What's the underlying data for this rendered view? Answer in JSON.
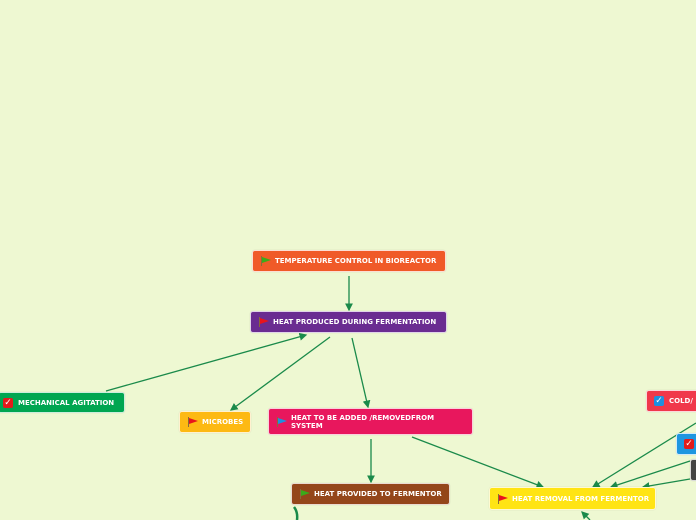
{
  "colors": {
    "background": "#eef8d2",
    "connector": "#1a8a4a"
  },
  "nodes": {
    "root": {
      "label": "TEMPERATURE CONTROL IN BIOREACTOR",
      "color": "#f05a28",
      "icon": "green-flag-icon"
    },
    "heat_produced": {
      "label": "HEAT PRODUCED DURING FERMENTATION",
      "color": "#6a2c91",
      "icon": "red-flag-icon"
    },
    "mechanical_agitation": {
      "label": "MECHANICAL AGITATION",
      "color": "#00a651",
      "icon": "red-check-icon"
    },
    "microbes": {
      "label": "MICROBES",
      "color": "#fdb913",
      "icon": "red-flag-icon"
    },
    "heat_added_removed": {
      "label": "HEAT TO BE ADDED /REMOVEDFROM SYSTEM",
      "color": "#e8175d",
      "icon": "blue-flag-icon"
    },
    "heat_provided": {
      "label": "HEAT PROVIDED TO FERMENTOR",
      "color": "#94461a",
      "icon": "green-flag-icon"
    },
    "heat_removal": {
      "label": "HEAT REMOVAL FROM FERMENTOR",
      "color": "#ffe414",
      "icon": "red-flag-icon"
    },
    "cold": {
      "label": "COLD/",
      "color": "#f0384b",
      "icon": "blue-check-icon"
    },
    "blue_node": {
      "label": "",
      "color": "#1e96e0",
      "icon": "red-check-icon"
    },
    "dark_node": {
      "label": "",
      "color": "#444444"
    }
  }
}
